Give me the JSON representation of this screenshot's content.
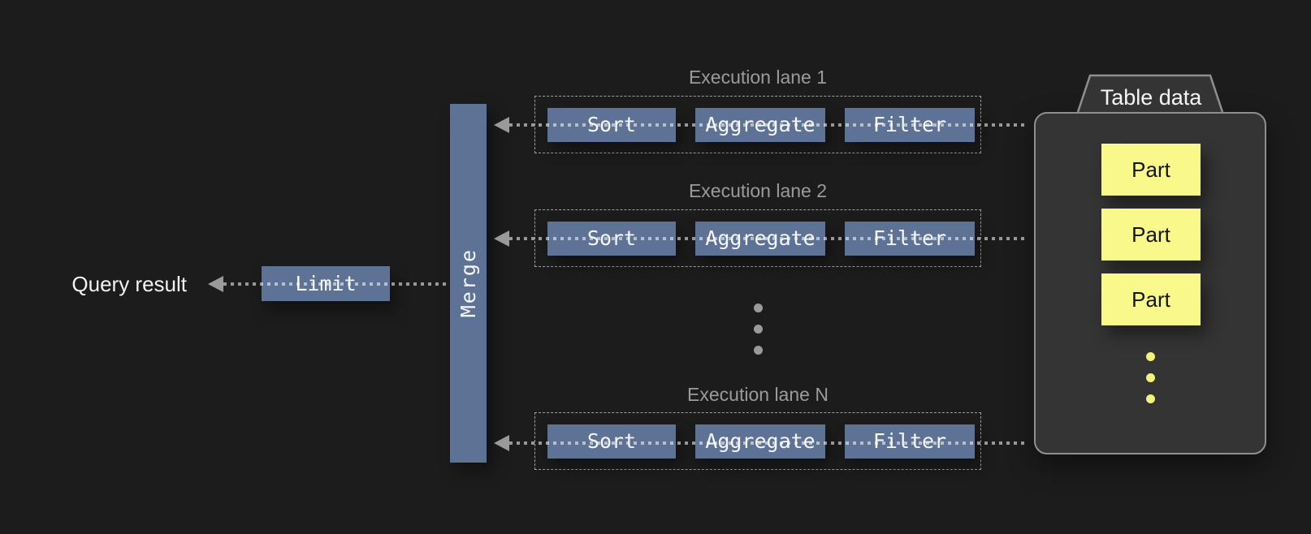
{
  "diagram": {
    "query_result_label": "Query result",
    "limit_label": "Limit",
    "merge_label": "Merge",
    "lanes": [
      {
        "title": "Execution lane 1",
        "operators": [
          "Sort",
          "Aggregate",
          "Filter"
        ]
      },
      {
        "title": "Execution lane 2",
        "operators": [
          "Sort",
          "Aggregate",
          "Filter"
        ]
      },
      {
        "title": "Execution lane N",
        "operators": [
          "Sort",
          "Aggregate",
          "Filter"
        ]
      }
    ],
    "lanes_ellipsis_icon": "vertical-ellipsis",
    "table_data": {
      "title": "Table data",
      "parts": [
        "Part",
        "Part",
        "Part"
      ],
      "parts_ellipsis_icon": "vertical-ellipsis"
    }
  },
  "colors": {
    "background": "#1c1c1c",
    "node-blue": "#5d7294",
    "node-yellow": "#f9f98b",
    "node-yellow-dot": "#f2f27c",
    "lane-border": "#9f9f9f",
    "muted-text": "#9b9b9b",
    "dot-gray": "#9a9a9a",
    "arrow-gray": "#9a9a9a",
    "container-fill": "#343434",
    "container-border": "#8f8f8f"
  }
}
